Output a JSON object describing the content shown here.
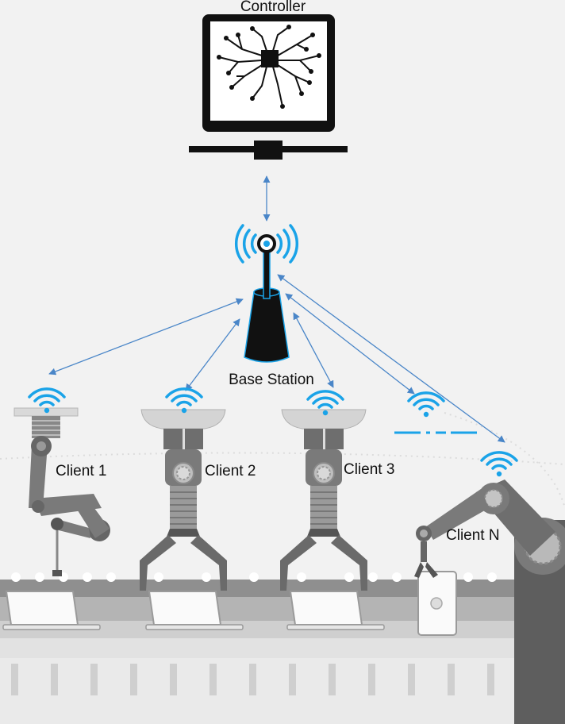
{
  "controller": {
    "label": "Controller"
  },
  "base_station": {
    "label": "Base Station"
  },
  "clients": [
    {
      "label": "Client 1"
    },
    {
      "label": "Client 2"
    },
    {
      "label": "Client 3"
    },
    {
      "label": "Client N"
    }
  ],
  "colors": {
    "wifi": "#1aa3e8",
    "link": "#4a86c8",
    "robot": "#7a7a7a",
    "robot_dark": "#555555",
    "belt": "#c8c8c8",
    "background": "#f2f2f2"
  }
}
